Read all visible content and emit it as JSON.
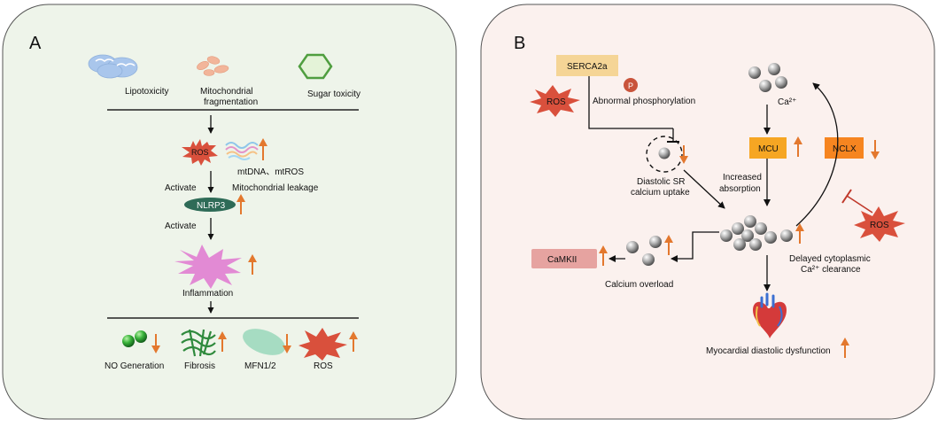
{
  "panelA": {
    "letter": "A",
    "top": {
      "lipotoxicity": "Lipotoxicity",
      "mito_frag_line1": "Mitochondrial",
      "mito_frag_line2": "fragmentation",
      "sugar_toxicity": "Sugar toxicity"
    },
    "ros": "ROS",
    "mtdna": "mtDNA、mtROS",
    "mito_leakage": "Mitochondrial leakage",
    "activate1": "Activate",
    "nlrp3": "NLRP3",
    "activate2": "Activate",
    "inflammation": "Inflammation",
    "bottom": {
      "no_generation": "NO Generation",
      "fibrosis": "Fibrosis",
      "mfn": "MFN1/2",
      "ros": "ROS"
    }
  },
  "panelB": {
    "letter": "B",
    "serca2a": "SERCA2a",
    "p_badge": "P",
    "abnormal_phos": "Abnormal phosphorylation",
    "ros_left": "ROS",
    "diastolic_line1": "Diastolic SR",
    "diastolic_line2": "calcium uptake",
    "ca_label": "Ca²⁺",
    "mcu": "MCU",
    "nclx": "NCLX",
    "increased_line1": "Increased",
    "increased_line2": "absorption",
    "ros_right": "ROS",
    "camkii": "CaMKII",
    "calcium_overload": "Calcium overload",
    "delayed_line1": "Delayed cytoplasmic",
    "delayed_line2": "Ca²⁺ clearance",
    "myocardial": "Myocardial diastolic dysfunction"
  },
  "colors": {
    "panelA_bg": "#eef4ea",
    "panelB_bg": "#fbf1ee",
    "arrow_up": "#e3782e",
    "ros_star": "#d9503c",
    "nlrp3": "#2e6b57",
    "serca": "#f5d596",
    "mcu": "#f6a623",
    "nclx": "#f68520",
    "camkii": "#e6a3a0",
    "inflammation": "#e28ad4"
  }
}
